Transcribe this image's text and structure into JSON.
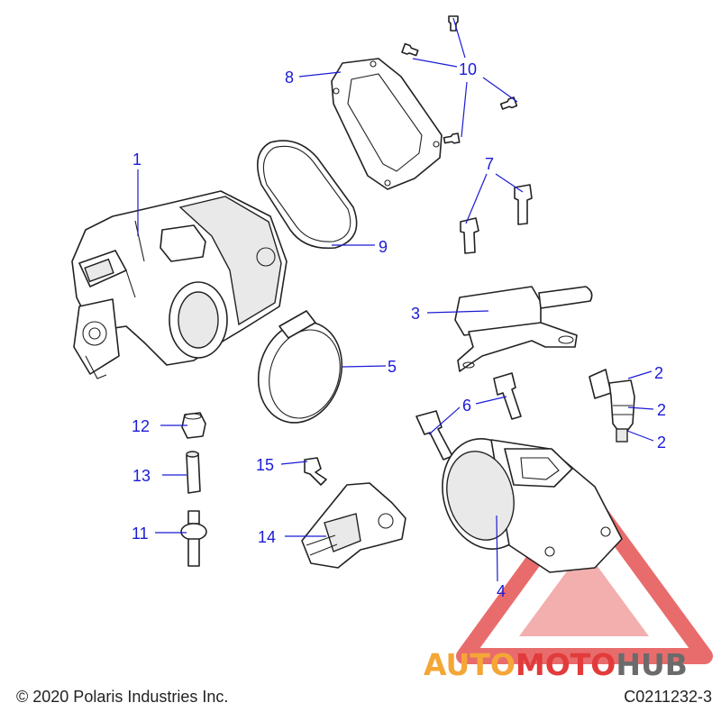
{
  "callouts": {
    "c1": "1",
    "c2a": "2",
    "c2b": "2",
    "c2c": "2",
    "c3": "3",
    "c4": "4",
    "c5": "5",
    "c6": "6",
    "c7": "7",
    "c8": "8",
    "c9": "9",
    "c10": "10",
    "c11": "11",
    "c12": "12",
    "c13": "13",
    "c14": "14",
    "c15": "15"
  },
  "watermark": {
    "part1": "AUTO",
    "part2": "MOTO",
    "part3": "HUB"
  },
  "footer": {
    "copyright": "© 2020 Polaris Industries Inc.",
    "figure_code": "C0211232-3"
  },
  "colors": {
    "callout": "#1b1bd6",
    "watermark_red": "#e23b3b",
    "watermark_orange": "#f4a637",
    "watermark_gray": "#6b6b6b"
  }
}
